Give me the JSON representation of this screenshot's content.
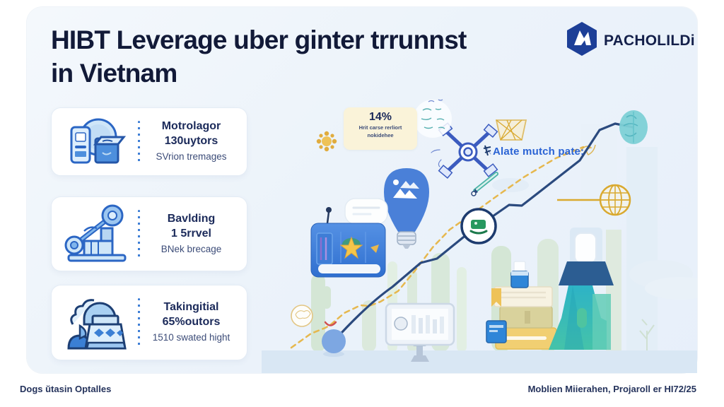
{
  "page": {
    "title_line1": "HIBT Leverage uber ginter trrunnst",
    "title_line2": "in Vietnam",
    "footer_left": "Dogs ŭtasin Optalles",
    "footer_right": "Moblien Miierahen, Projaroll er HI72/25"
  },
  "brand": {
    "name": "PACHOLILDi"
  },
  "stat_cards": [
    {
      "icon": "devices-icon",
      "line1": "Motrolagor",
      "line2": "130uytors",
      "line3": "SVrion tremages"
    },
    {
      "icon": "lever-machine-icon",
      "line1": "Bavlding",
      "line2": "1 5rrvel",
      "line3": "BNek brecage"
    },
    {
      "icon": "person-machine-icon",
      "line1": "Takingitial",
      "line2": "65%outors",
      "line3": "1510 swated hight"
    }
  ],
  "callout_badge": {
    "value": "14%",
    "caption_line1": "Hrit carse rerliort",
    "caption_line2": "nokidehee"
  },
  "annotation": {
    "label": "Alate mutch pate:"
  },
  "colors": {
    "navy": "#15203f",
    "accent_blue": "#2f6fd0",
    "gold": "#e8b84e",
    "teal": "#3fc0c8",
    "badge_bg": "#faf3d9",
    "green": "#2f9e63",
    "pale_green": "#d8e8da",
    "pale_blue": "#e7f0f8"
  }
}
